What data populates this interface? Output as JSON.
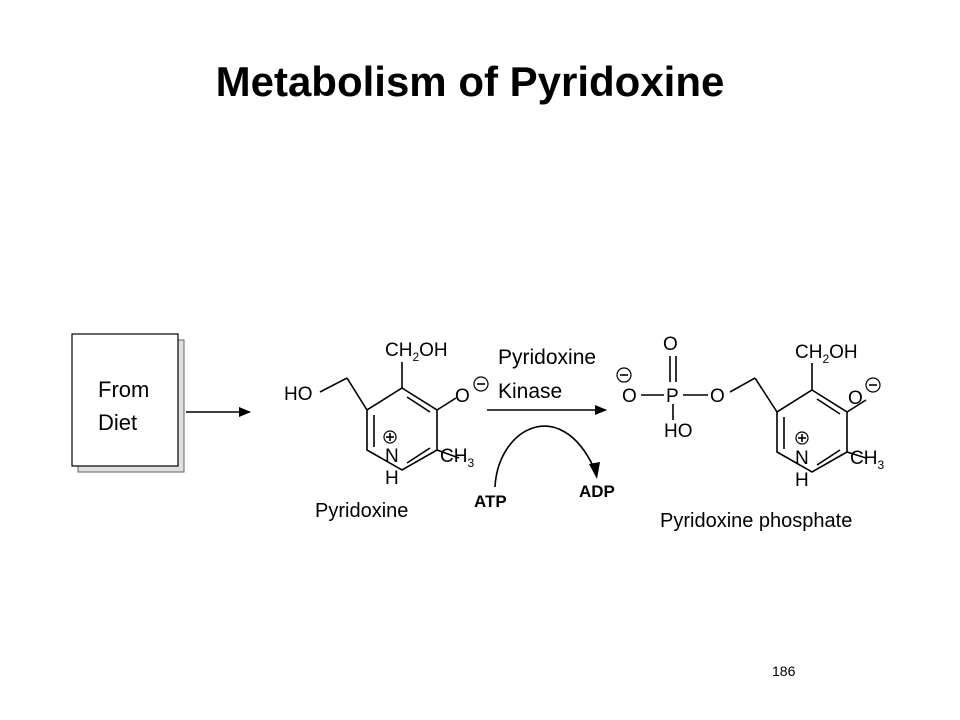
{
  "title": "Metabolism of Pyridoxine",
  "page_number": "186",
  "source_box": {
    "line1": "From",
    "line2": "Diet"
  },
  "enzyme": {
    "line1": "Pyridoxine",
    "line2": "Kinase"
  },
  "cofactors": {
    "input": "ATP",
    "output": "ADP"
  },
  "compounds": {
    "substrate": {
      "name": "Pyridoxine",
      "atoms": {
        "ho": "HO",
        "ch2oh_c": "CH",
        "ch2oh_sub": "2",
        "ch2oh_oh": "OH",
        "o_minus": "O",
        "n": "N",
        "h": "H",
        "ch3_c": "CH",
        "ch3_sub": "3"
      }
    },
    "product": {
      "name": "Pyridoxine phosphate",
      "atoms": {
        "p_o_top": "O",
        "p_o_left": "O",
        "p": "P",
        "p_o_right": "O",
        "p_ho": "HO",
        "ch2oh_c": "CH",
        "ch2oh_sub": "2",
        "ch2oh_oh": "OH",
        "o_minus": "O",
        "n": "N",
        "h": "H",
        "ch3_c": "CH",
        "ch3_sub": "3"
      }
    }
  }
}
